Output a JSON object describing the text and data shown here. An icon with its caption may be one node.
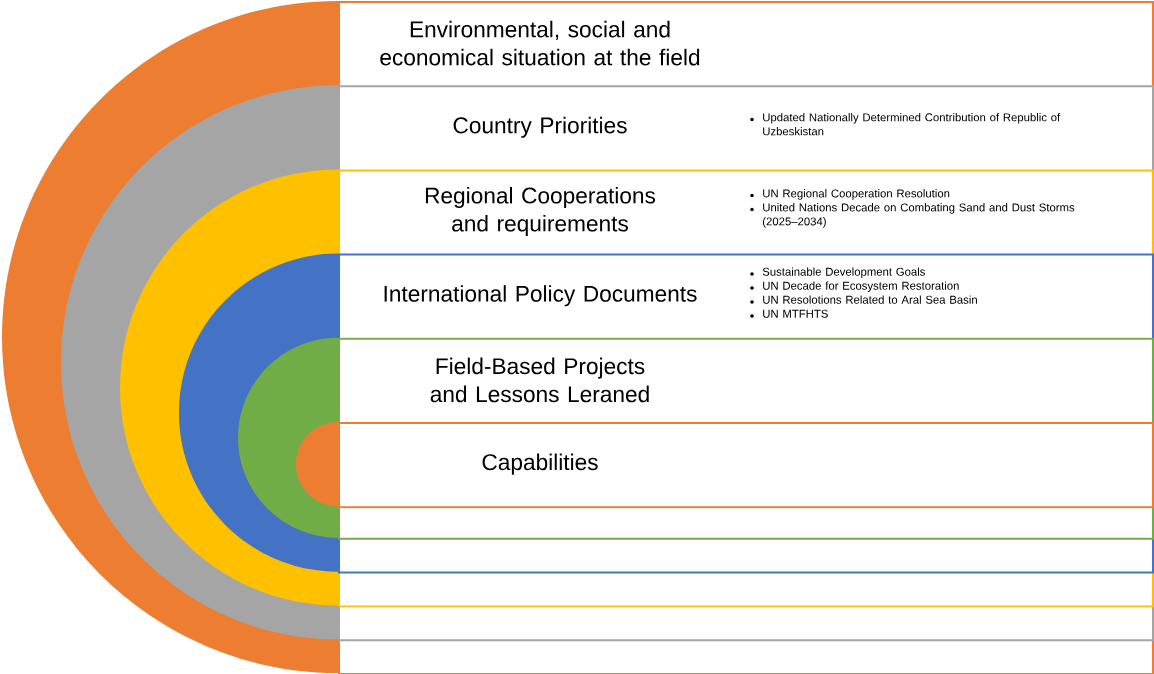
{
  "diagram": {
    "nodes": [
      {
        "text": [
          "Environmental, social and economical situation at the field"
        ]
      },
      {
        "text": [
          "Country Priorities",
          "Updated Nationally Determined Contribution of Republic of Uzbeskistan"
        ],
        "in": 0
      },
      {
        "text": [
          "Regional Cooperations and requirements",
          "UN Regional Cooperation Resolution",
          "United Nations Decade on Combating Sand and Dust Storms (2025–2034)"
        ],
        "in": 1
      },
      {
        "text": [
          "International Policy Documents",
          "Sustainable Development Goals",
          "UN Decade for Ecosystem Restoration",
          "UN Resolotions Related to Aral Sea Basin",
          "UN MTFHTS"
        ],
        "in": 2
      },
      {
        "text": [
          "Field-Based Projects and Lessons Leraned"
        ],
        "in": 3
      },
      {
        "text": [
          "Capabilities"
        ],
        "in": 4
      }
    ]
  }
}
